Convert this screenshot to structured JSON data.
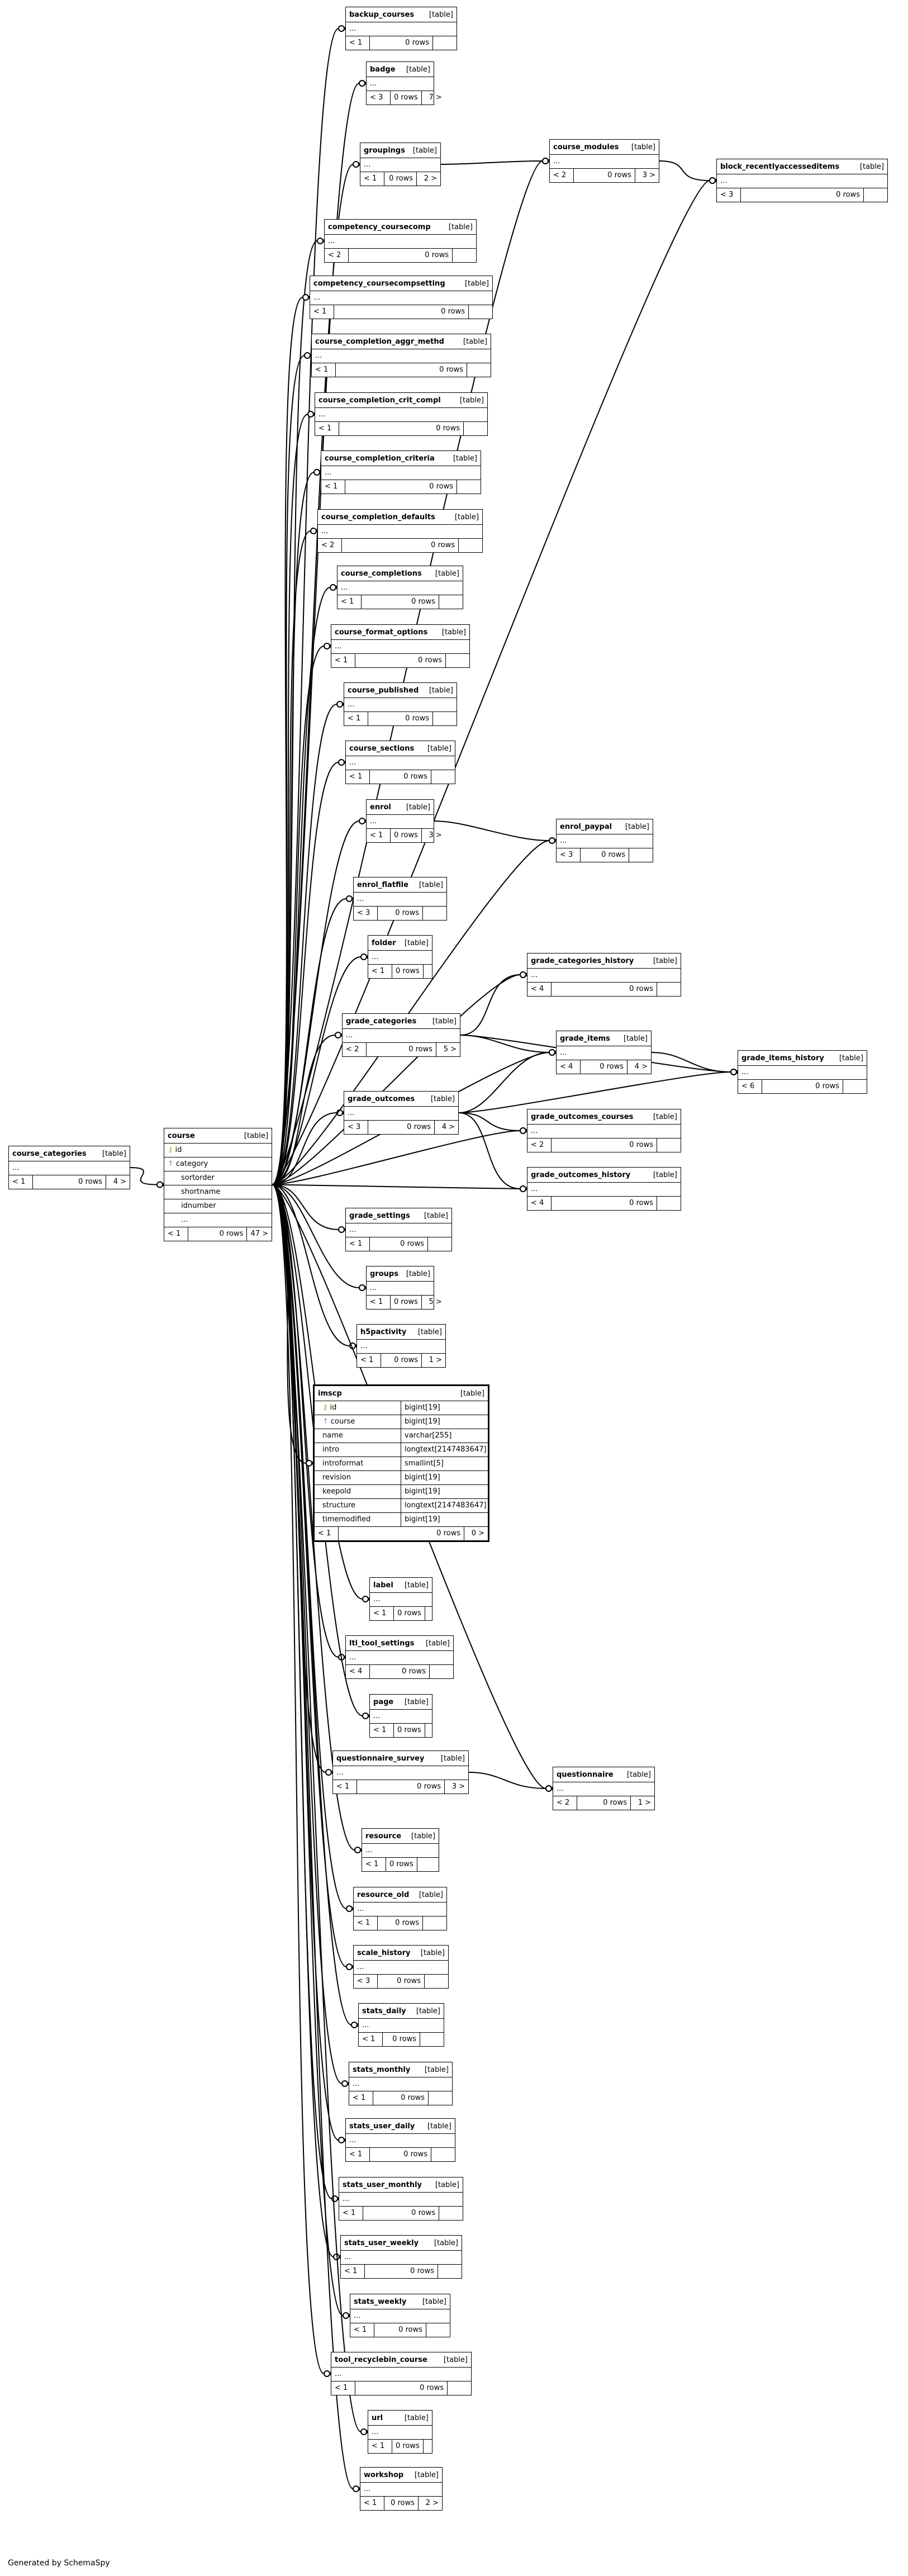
{
  "diagram": {
    "generated_by": "Generated by SchemaSpy",
    "table_tag": "[table]",
    "center": {
      "name": "course",
      "columns": [
        {
          "name": "id",
          "marker": "key"
        },
        {
          "name": "category",
          "marker": "fk"
        },
        {
          "name": "sortorder",
          "marker": ""
        },
        {
          "name": "shortname",
          "marker": ""
        },
        {
          "name": "idnumber",
          "marker": ""
        },
        {
          "name": "...",
          "marker": ""
        }
      ],
      "footer": [
        "< 1",
        "0 rows",
        "47 >"
      ]
    },
    "parent": {
      "name": "course_categories",
      "footer": [
        "< 1",
        "0 rows",
        "4 >"
      ]
    },
    "focus": {
      "name": "imscp",
      "columns": [
        {
          "name": "id",
          "type": "bigint[19]",
          "marker": "key"
        },
        {
          "name": "course",
          "type": "bigint[19]",
          "marker": "fk"
        },
        {
          "name": "name",
          "type": "varchar[255]",
          "marker": ""
        },
        {
          "name": "intro",
          "type": "longtext[2147483647]",
          "marker": ""
        },
        {
          "name": "introformat",
          "type": "smallint[5]",
          "marker": ""
        },
        {
          "name": "revision",
          "type": "bigint[19]",
          "marker": ""
        },
        {
          "name": "keepold",
          "type": "bigint[19]",
          "marker": ""
        },
        {
          "name": "structure",
          "type": "longtext[2147483647]",
          "marker": ""
        },
        {
          "name": "timemodified",
          "type": "bigint[19]",
          "marker": ""
        }
      ],
      "footer": [
        "< 1",
        "0 rows",
        "0 >"
      ]
    },
    "children": [
      {
        "name": "backup_courses",
        "footer": [
          "< 1",
          "0 rows",
          ""
        ]
      },
      {
        "name": "badge",
        "footer": [
          "< 3",
          "0 rows",
          "7 >"
        ]
      },
      {
        "name": "groupings",
        "footer": [
          "< 1",
          "0 rows",
          "2 >"
        ]
      },
      {
        "name": "competency_coursecomp",
        "footer": [
          "< 2",
          "0 rows",
          ""
        ]
      },
      {
        "name": "competency_coursecompsetting",
        "footer": [
          "< 1",
          "0 rows",
          ""
        ]
      },
      {
        "name": "course_completion_aggr_methd",
        "footer": [
          "< 1",
          "0 rows",
          ""
        ]
      },
      {
        "name": "course_completion_crit_compl",
        "footer": [
          "< 1",
          "0 rows",
          ""
        ]
      },
      {
        "name": "course_completion_criteria",
        "footer": [
          "< 1",
          "0 rows",
          ""
        ]
      },
      {
        "name": "course_completion_defaults",
        "footer": [
          "< 2",
          "0 rows",
          ""
        ]
      },
      {
        "name": "course_completions",
        "footer": [
          "< 1",
          "0 rows",
          ""
        ]
      },
      {
        "name": "course_format_options",
        "footer": [
          "< 1",
          "0 rows",
          ""
        ]
      },
      {
        "name": "course_published",
        "footer": [
          "< 1",
          "0 rows",
          ""
        ]
      },
      {
        "name": "course_sections",
        "footer": [
          "< 1",
          "0 rows",
          ""
        ]
      },
      {
        "name": "enrol",
        "footer": [
          "< 1",
          "0 rows",
          "3 >"
        ]
      },
      {
        "name": "enrol_flatfile",
        "footer": [
          "< 3",
          "0 rows",
          ""
        ]
      },
      {
        "name": "folder",
        "footer": [
          "< 1",
          "0 rows",
          ""
        ]
      },
      {
        "name": "grade_categories",
        "footer": [
          "< 2",
          "0 rows",
          "5 >"
        ]
      },
      {
        "name": "grade_outcomes",
        "footer": [
          "< 3",
          "0 rows",
          "4 >"
        ]
      },
      {
        "name": "grade_settings",
        "footer": [
          "< 1",
          "0 rows",
          ""
        ]
      },
      {
        "name": "groups",
        "footer": [
          "< 1",
          "0 rows",
          "5 >"
        ]
      },
      {
        "name": "h5pactivity",
        "footer": [
          "< 1",
          "0 rows",
          "1 >"
        ]
      },
      {
        "name": "label",
        "footer": [
          "< 1",
          "0 rows",
          ""
        ]
      },
      {
        "name": "lti_tool_settings",
        "footer": [
          "< 4",
          "0 rows",
          ""
        ]
      },
      {
        "name": "page",
        "footer": [
          "< 1",
          "0 rows",
          ""
        ]
      },
      {
        "name": "questionnaire_survey",
        "footer": [
          "< 1",
          "0 rows",
          "3 >"
        ]
      },
      {
        "name": "resource",
        "footer": [
          "< 1",
          "0 rows",
          ""
        ]
      },
      {
        "name": "resource_old",
        "footer": [
          "< 1",
          "0 rows",
          ""
        ]
      },
      {
        "name": "scale_history",
        "footer": [
          "< 3",
          "0 rows",
          ""
        ]
      },
      {
        "name": "stats_daily",
        "footer": [
          "< 1",
          "0 rows",
          ""
        ]
      },
      {
        "name": "stats_monthly",
        "footer": [
          "< 1",
          "0 rows",
          ""
        ]
      },
      {
        "name": "stats_user_daily",
        "footer": [
          "< 1",
          "0 rows",
          ""
        ]
      },
      {
        "name": "stats_user_monthly",
        "footer": [
          "< 1",
          "0 rows",
          ""
        ]
      },
      {
        "name": "stats_user_weekly",
        "footer": [
          "< 1",
          "0 rows",
          ""
        ]
      },
      {
        "name": "stats_weekly",
        "footer": [
          "< 1",
          "0 rows",
          ""
        ]
      },
      {
        "name": "tool_recyclebin_course",
        "footer": [
          "< 1",
          "0 rows",
          ""
        ]
      },
      {
        "name": "url",
        "footer": [
          "< 1",
          "0 rows",
          ""
        ]
      },
      {
        "name": "workshop",
        "footer": [
          "< 1",
          "0 rows",
          "2 >"
        ]
      }
    ],
    "secondary": [
      {
        "name": "course_modules",
        "footer": [
          "< 2",
          "0 rows",
          "3 >"
        ]
      },
      {
        "name": "block_recentlyaccesseditems",
        "footer": [
          "< 3",
          "0 rows",
          ""
        ]
      },
      {
        "name": "enrol_paypal",
        "footer": [
          "< 3",
          "0 rows",
          ""
        ]
      },
      {
        "name": "grade_categories_history",
        "footer": [
          "< 4",
          "0 rows",
          ""
        ]
      },
      {
        "name": "grade_items",
        "footer": [
          "< 4",
          "0 rows",
          "4 >"
        ]
      },
      {
        "name": "grade_items_history",
        "footer": [
          "< 6",
          "0 rows",
          ""
        ]
      },
      {
        "name": "grade_outcomes_courses",
        "footer": [
          "< 2",
          "0 rows",
          ""
        ]
      },
      {
        "name": "grade_outcomes_history",
        "footer": [
          "< 4",
          "0 rows",
          ""
        ]
      },
      {
        "name": "questionnaire",
        "footer": [
          "< 2",
          "0 rows",
          "1 >"
        ]
      }
    ]
  }
}
